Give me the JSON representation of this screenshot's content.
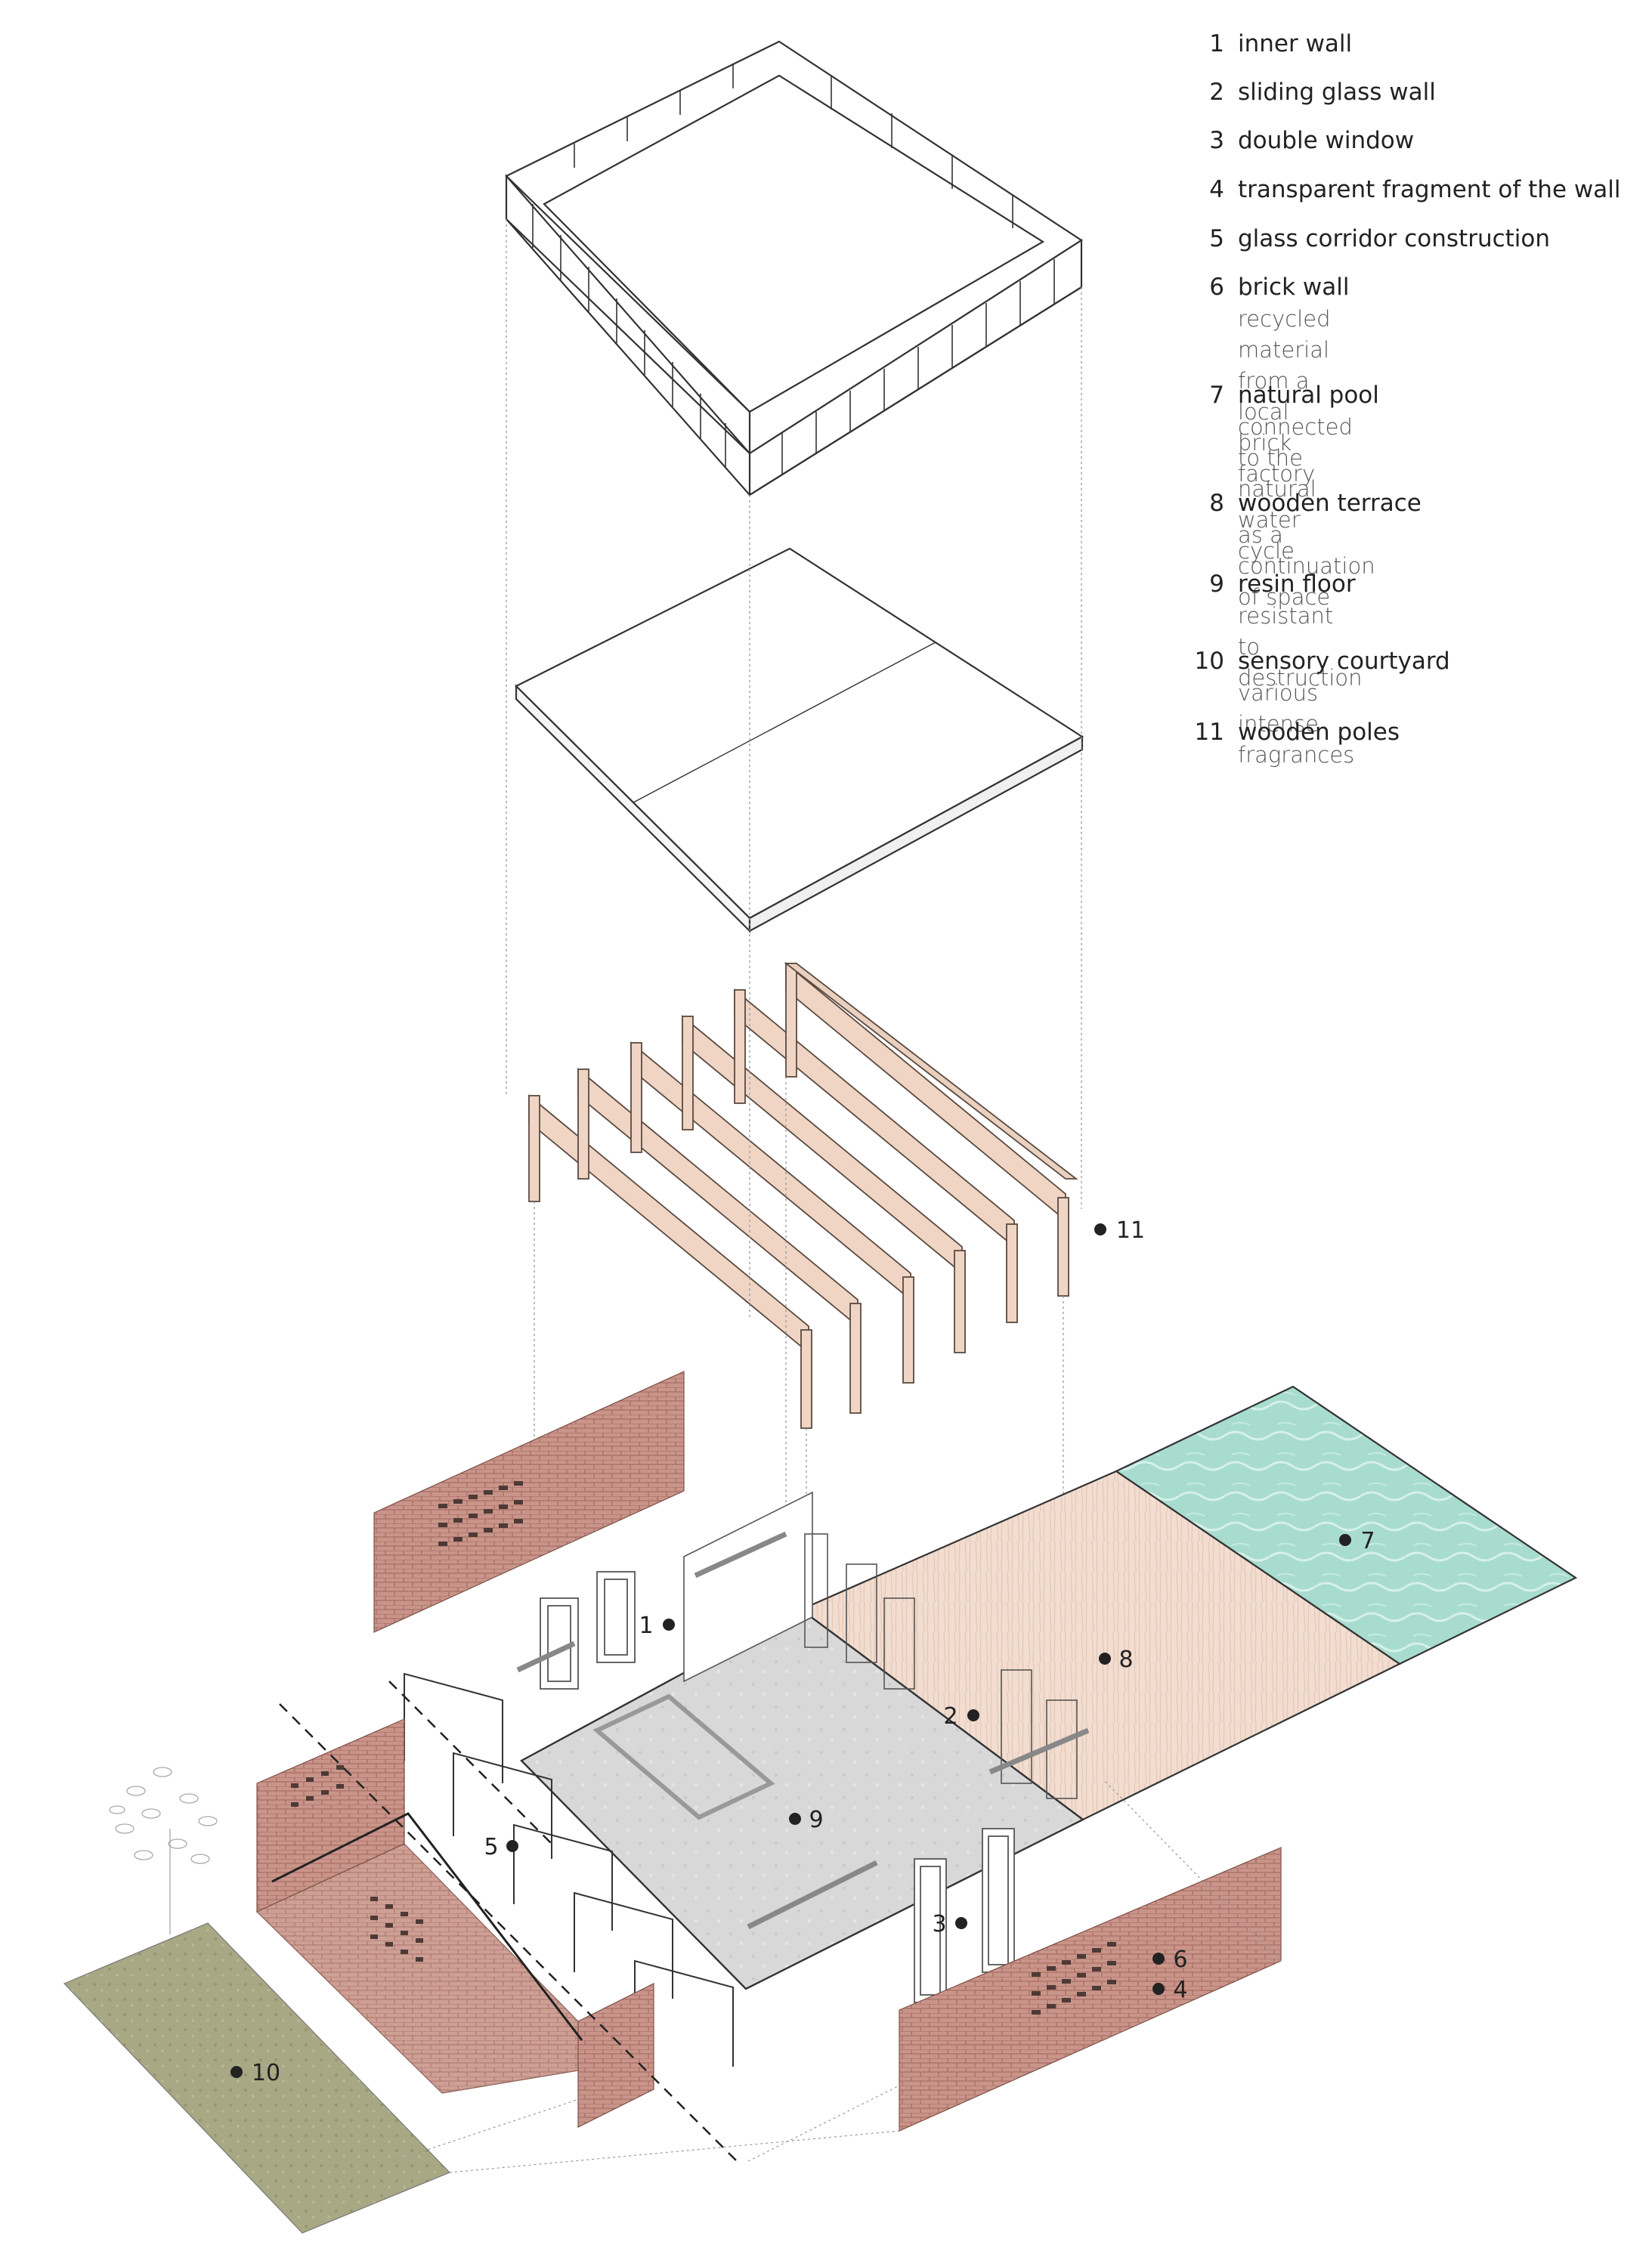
{
  "legend": [
    {
      "num": "1",
      "label": "inner wall",
      "note": ""
    },
    {
      "num": "2",
      "label": "sliding glass wall",
      "note": ""
    },
    {
      "num": "3",
      "label": "double window",
      "note": ""
    },
    {
      "num": "4",
      "label": "transparent fragment of the wall",
      "note": ""
    },
    {
      "num": "5",
      "label": "glass corridor construction",
      "note": ""
    },
    {
      "num": "6",
      "label": "brick wall",
      "note": "recycled material from a\nlocal brick factory"
    },
    {
      "num": "7",
      "label": "natural pool",
      "note": "connected to the natural\nwater cycle"
    },
    {
      "num": "8",
      "label": "wooden terrace",
      "note": "as a continuation of space"
    },
    {
      "num": "9",
      "label": "resin floor",
      "note": "resistant to destruction"
    },
    {
      "num": "10",
      "label": "sensory courtyard",
      "note": "various intense fragrances"
    },
    {
      "num": "11",
      "label": "wooden poles",
      "note": ""
    }
  ],
  "callouts": [
    "1",
    "2",
    "3",
    "4",
    "5",
    "6",
    "7",
    "8",
    "9",
    "10",
    "11"
  ],
  "colors": {
    "brick": "#c9958a",
    "brick_joint": "#a96e63",
    "wood_terrace": "#f2ddd0",
    "pool": "#a8dccf",
    "resin_floor": "#d8d8d8",
    "courtyard": "#a8a884",
    "wooden_pole": "#f0d5c5",
    "line": "#333333",
    "guide_line": "#999999"
  }
}
